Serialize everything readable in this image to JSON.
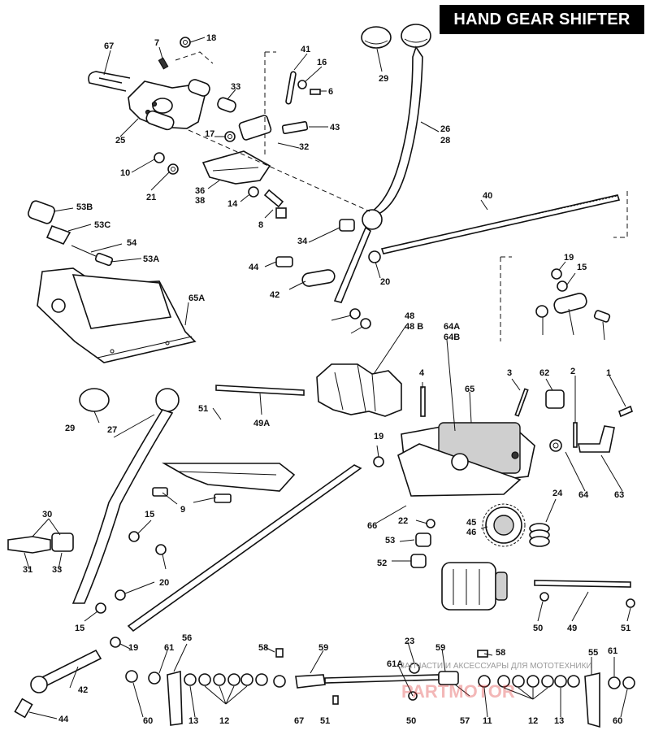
{
  "title": "HAND GEAR SHIFTER",
  "labels": [
    "67",
    "7",
    "18",
    "41",
    "16",
    "6",
    "33",
    "29",
    "25",
    "17",
    "43",
    "26",
    "28",
    "32",
    "10",
    "21",
    "36",
    "38",
    "14",
    "8",
    "40",
    "53B",
    "53C",
    "54",
    "53A",
    "34",
    "19",
    "15",
    "44",
    "42",
    "20",
    "65A",
    "48",
    "48 B",
    "64A",
    "64B",
    "4",
    "3",
    "62",
    "2",
    "1",
    "65",
    "29",
    "27",
    "51",
    "49A",
    "19",
    "30",
    "15",
    "9",
    "31",
    "33",
    "20",
    "66",
    "22",
    "53",
    "45",
    "46",
    "24",
    "64",
    "63",
    "52",
    "15",
    "19",
    "50",
    "49",
    "51",
    "42",
    "44",
    "61",
    "56",
    "58",
    "59",
    "23",
    "61A",
    "59",
    "58",
    "55",
    "61",
    "60",
    "13",
    "12",
    "67",
    "51",
    "50",
    "57",
    "11",
    "12",
    "13",
    "60"
  ],
  "watermark": {
    "line": "ЗАПЧАСТИ И АКСЕССУАРЫ ДЛЯ МОТОТЕХНИКИ",
    "brand": "PARTMOTOR"
  }
}
